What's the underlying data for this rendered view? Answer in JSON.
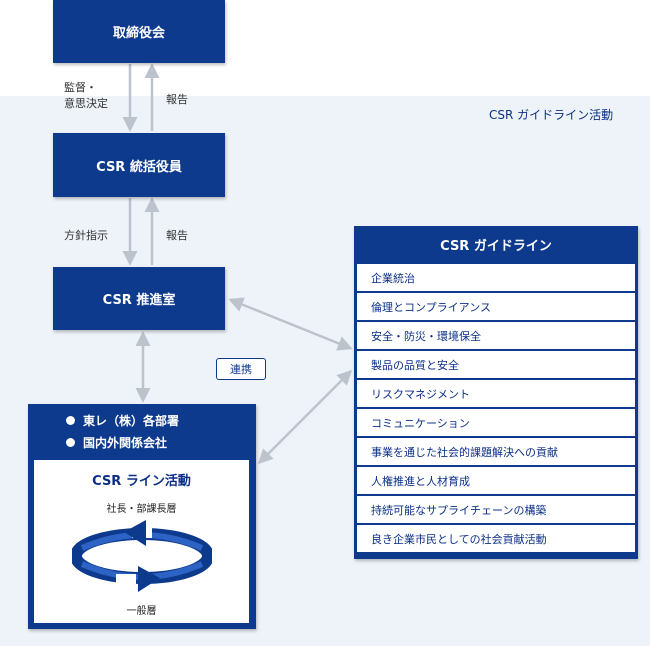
{
  "region_label": "CSR ガイドライン活動",
  "nodes": {
    "board": "取締役会",
    "officer": "CSR 統括役員",
    "office": "CSR 推進室"
  },
  "edges": {
    "board_down": [
      "監督・",
      "意思決定"
    ],
    "board_up": "報告",
    "officer_down": "方針指示",
    "officer_up": "報告",
    "coop": "連携"
  },
  "guidelines": {
    "title": "CSR ガイドライン",
    "items": [
      "企業統治",
      "倫理とコンプライアンス",
      "安全・防災・環境保全",
      "製品の品質と安全",
      "リスクマネジメント",
      "コミュニケーション",
      "事業を通じた社会的課題解決への貢献",
      "人権推進と人材育成",
      "持続可能なサプライチェーンの構築",
      "良き企業市民としての社会貢献活動"
    ]
  },
  "organizations": {
    "items": [
      "東レ（株）各部署",
      "国内外関係会社"
    ],
    "line_activity": {
      "title": "CSR ライン活動",
      "top": "社長・部課長層",
      "bottom": "一般層"
    }
  },
  "colors": {
    "primary": "#0d3a8c",
    "background": "#eef3f9",
    "arrow": "#bcc3cc"
  }
}
